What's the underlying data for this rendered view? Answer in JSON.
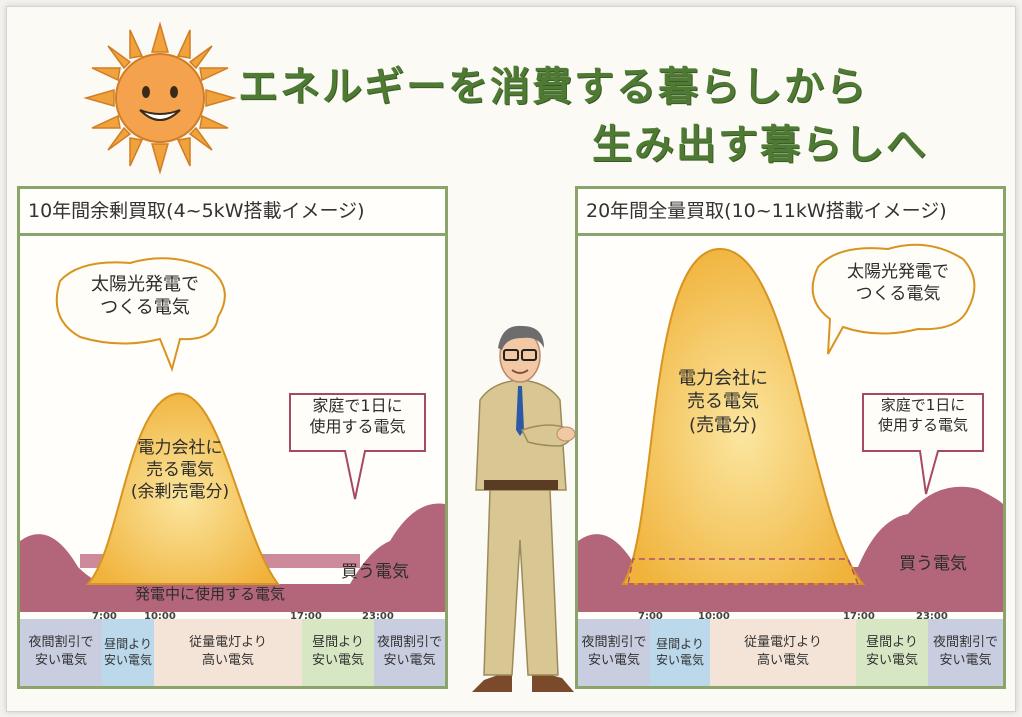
{
  "title": {
    "line1": "エネルギーを消費する暮らしから",
    "line2": "生み出す暮らしへ"
  },
  "panel_left": {
    "title": "10年間余剰買取(4~5kW搭載イメージ)",
    "bubble_solar": "太陽光発電で\nつくる電気",
    "sell": "電力会社に\n売る電気\n(余剰売電分)",
    "bubble_home": "家庭で1日に\n使用する電気",
    "buy": "買う電気",
    "self_use": "発電中に使用する電気",
    "times": [
      "7:00",
      "10:00",
      "17:00",
      "23:00"
    ],
    "rates": [
      "夜間割引で\n安い電気",
      "昼間より\n安い電気",
      "従量電灯より\n高い電気",
      "昼間より\n安い電気",
      "夜間割引で\n安い電気"
    ]
  },
  "panel_right": {
    "title": "20年間全量買取(10~11kW搭載イメージ)",
    "bubble_solar": "太陽光発電で\nつくる電気",
    "sell": "電力会社に\n売る電気\n(売電分)",
    "bubble_home": "家庭で1日に\n使用する電気",
    "buy": "買う電気",
    "times": [
      "7:00",
      "10:00",
      "17:00",
      "23:00"
    ],
    "rates": [
      "夜間割引で\n安い電気",
      "昼間より\n安い電気",
      "従量電灯より\n高い電気",
      "昼間より\n安い電気",
      "夜間割引で\n安い電気"
    ]
  },
  "colors": {
    "title": "#4f7a34",
    "frame": "#8aa46b",
    "solar": "#f2b63a",
    "demand": "#a64a63",
    "night": "#c9cde0",
    "morning": "#bcd9ec",
    "day": "#f4e3d7",
    "evening": "#d7e6c3"
  },
  "icons": [
    "sun-icon",
    "man-illustration-icon"
  ]
}
